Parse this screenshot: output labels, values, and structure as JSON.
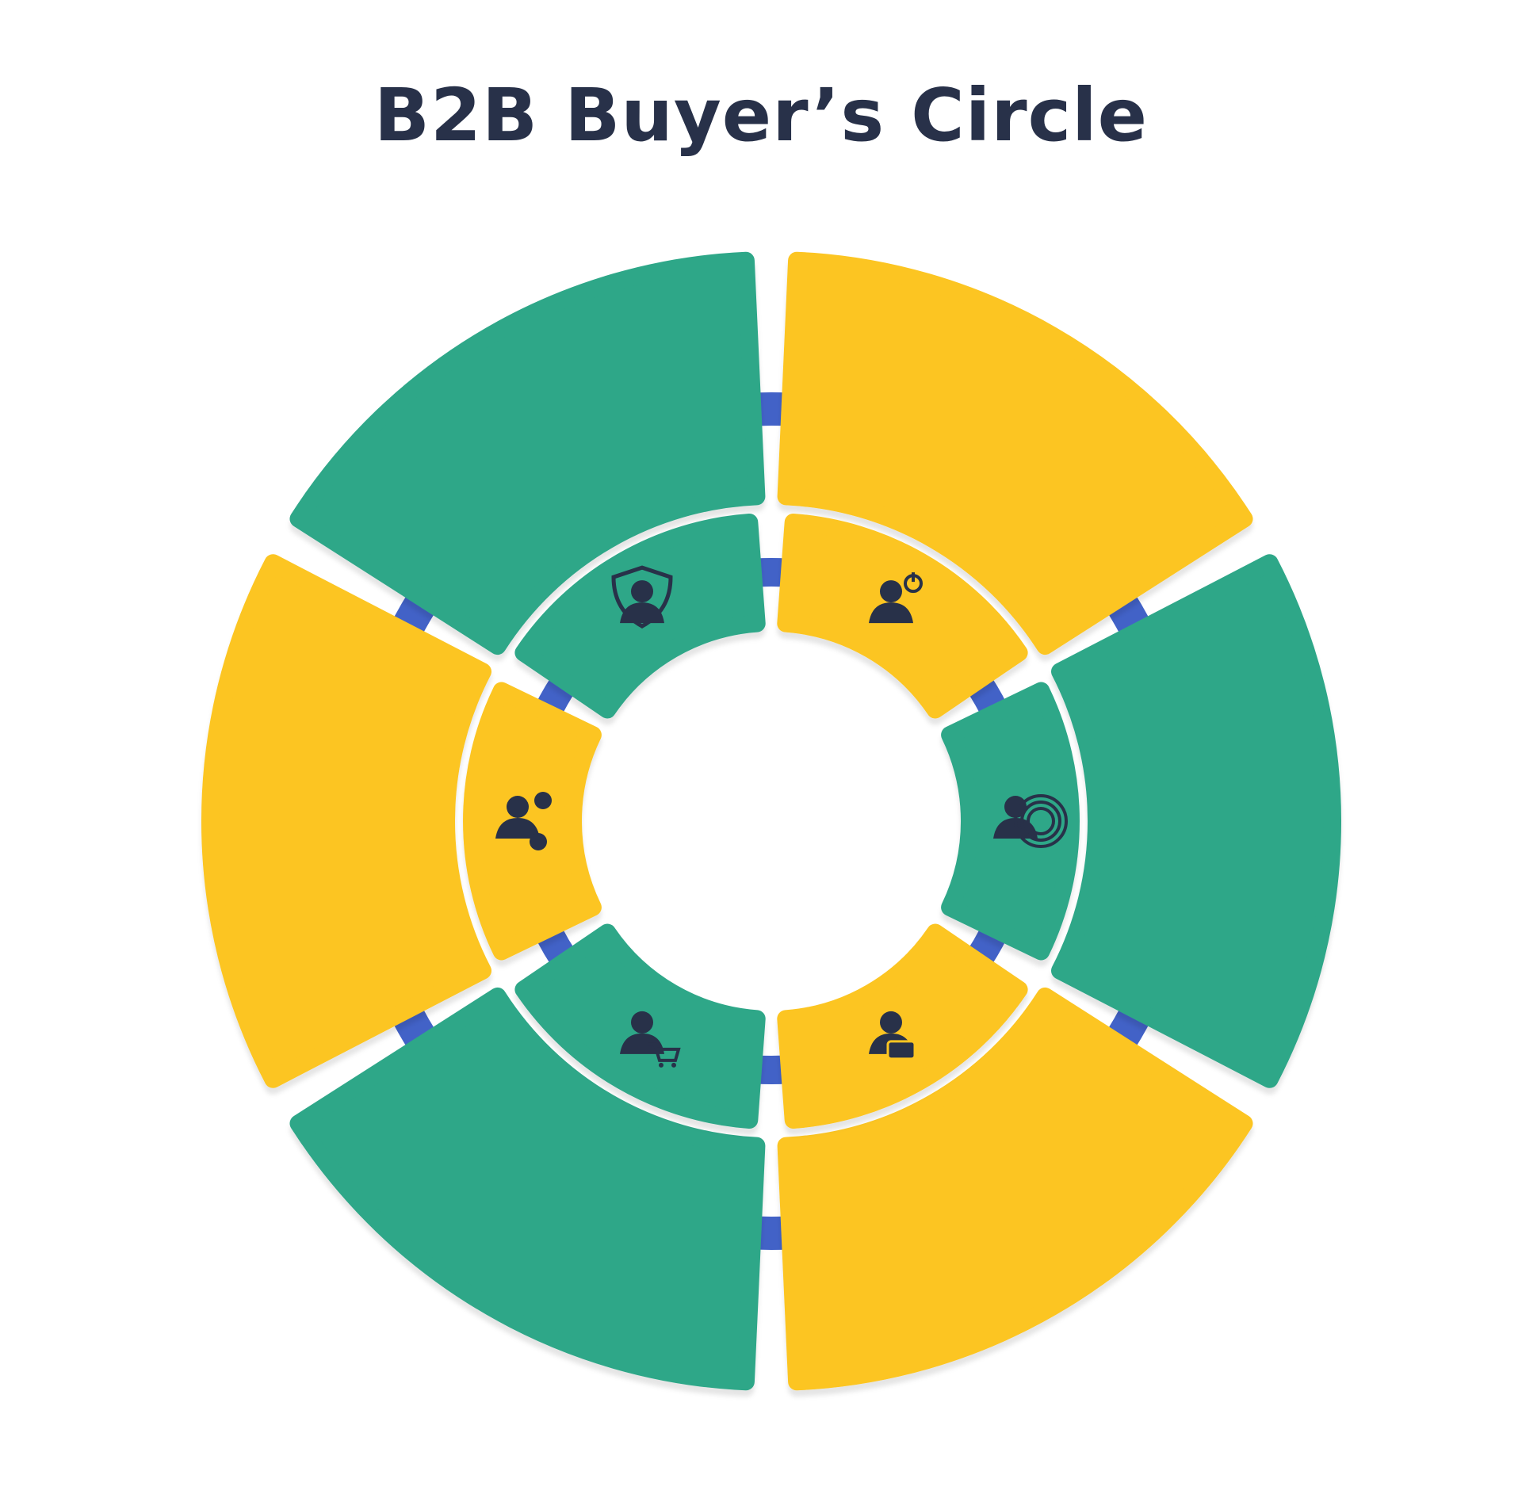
{
  "title": "B2B Buyer’s Circle",
  "colors": {
    "title": "#283149",
    "green": "#2ea788",
    "yellow": "#fcc521",
    "blue_ring": "#4262c7",
    "ink": "#283149"
  },
  "roles": [
    {
      "label": "Initiator",
      "color": "yellow",
      "icon": "person-power-icon"
    },
    {
      "label": "Influencer",
      "color": "green",
      "icon": "person-broadcast-icon"
    },
    {
      "label": "User",
      "color": "yellow",
      "icon": "person-laptop-icon"
    },
    {
      "label": "Buyer",
      "color": "green",
      "icon": "person-cart-icon"
    },
    {
      "label": "Decider",
      "color": "yellow",
      "icon": "person-decision-icon"
    },
    {
      "label": "Gatekeeper",
      "color": "green",
      "icon": "person-shield-icon"
    }
  ]
}
